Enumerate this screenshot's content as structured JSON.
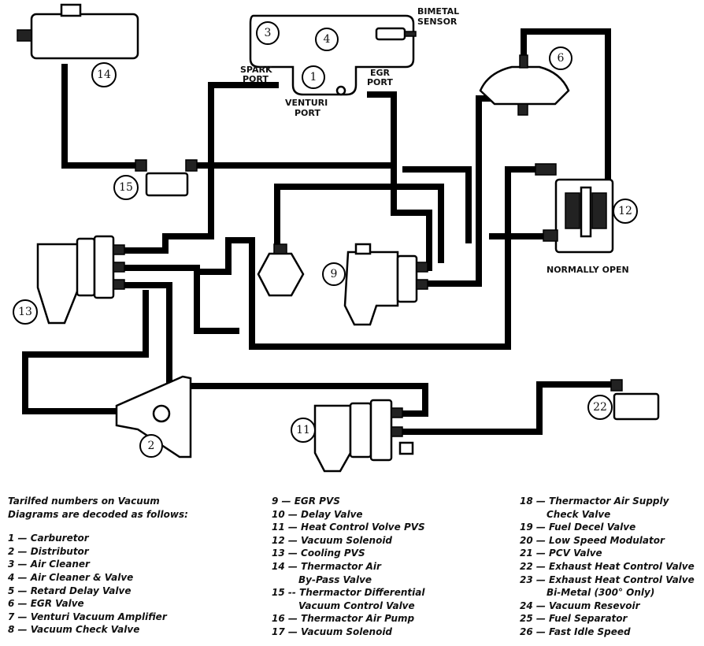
{
  "labels": {
    "bimetal_sensor_1": "BIMETAL",
    "bimetal_sensor_2": "SENSOR",
    "spark_port_1": "SPARK",
    "spark_port_2": "PORT",
    "egr_port_1": "EGR",
    "egr_port_2": "PORT",
    "venturi_port_1": "VENTURI",
    "venturi_port_2": "PORT",
    "normally_open": "NORMALLY OPEN"
  },
  "callouts": {
    "c1": "1",
    "c2": "2",
    "c3": "3",
    "c4": "4",
    "c6": "6",
    "c9": "9",
    "c11": "11",
    "c12": "12",
    "c13": "13",
    "c14": "14",
    "c15": "15",
    "c22": "22"
  },
  "legend": {
    "intro_1": "Tarilfed numbers on Vacuum",
    "intro_2": "Diagrams are decoded as follows:",
    "col1": [
      "1 — Carburetor",
      "2 — Distributor",
      "3 — Air Cleaner",
      "4 — Air Cleaner & Valve",
      "5 — Retard Delay Valve",
      "6 — EGR Valve",
      "7 — Venturi Vacuum Amplifier",
      "8 — Vacuum Check Valve"
    ],
    "col2": [
      "9 — EGR PVS",
      "10 — Delay Valve",
      "11 — Heat Control Volve PVS",
      "12 — Vacuum Solenoid",
      "13 — Cooling PVS",
      "14 — Thermactor Air",
      "By-Pass Valve",
      "15 -- Thermactor Differential",
      "Vacuum Control Valve",
      "16 — Thermactor Air Pump",
      "17 — Vacuum Solenoid"
    ],
    "col3": [
      "18 — Thermactor Air Supply",
      "Check Valve",
      "19 — Fuel Decel Valve",
      "20 — Low Speed Modulator",
      "21 — PCV Valve",
      "22 — Exhaust Heat Control Valve",
      "23 — Exhaust Heat Control Valve",
      "Bi-Metal (300° Only)",
      "24 — Vacuum Resevoir",
      "25 — Fuel Separator",
      "26 — Fast Idle Speed"
    ]
  }
}
